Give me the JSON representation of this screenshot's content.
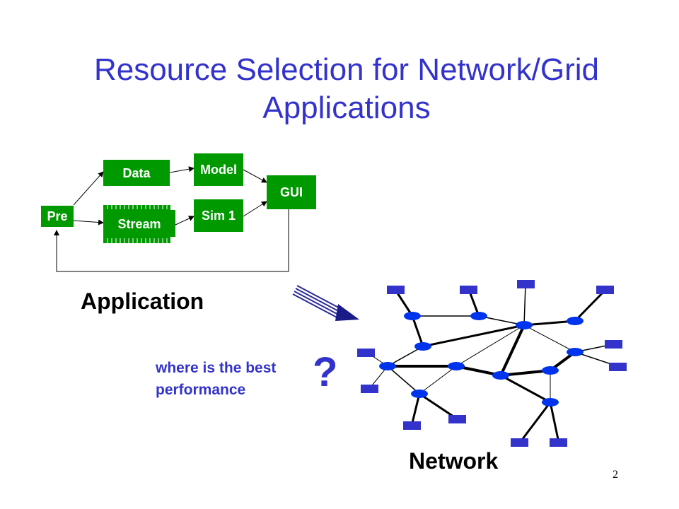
{
  "slide": {
    "title_line1": "Resource Selection for Network/Grid",
    "title_line2": "Applications",
    "page_number": "2"
  },
  "application": {
    "label": "Application",
    "boxes": {
      "pre": "Pre",
      "data": "Data",
      "stream": "Stream",
      "model": "Model",
      "sim": "Sim 1",
      "gui": "GUI"
    },
    "box_color": "#009900"
  },
  "network": {
    "label": "Network",
    "node_color": "#3333cc"
  },
  "question": {
    "line1": "where is the best",
    "line2": "performance",
    "mark": "?"
  }
}
